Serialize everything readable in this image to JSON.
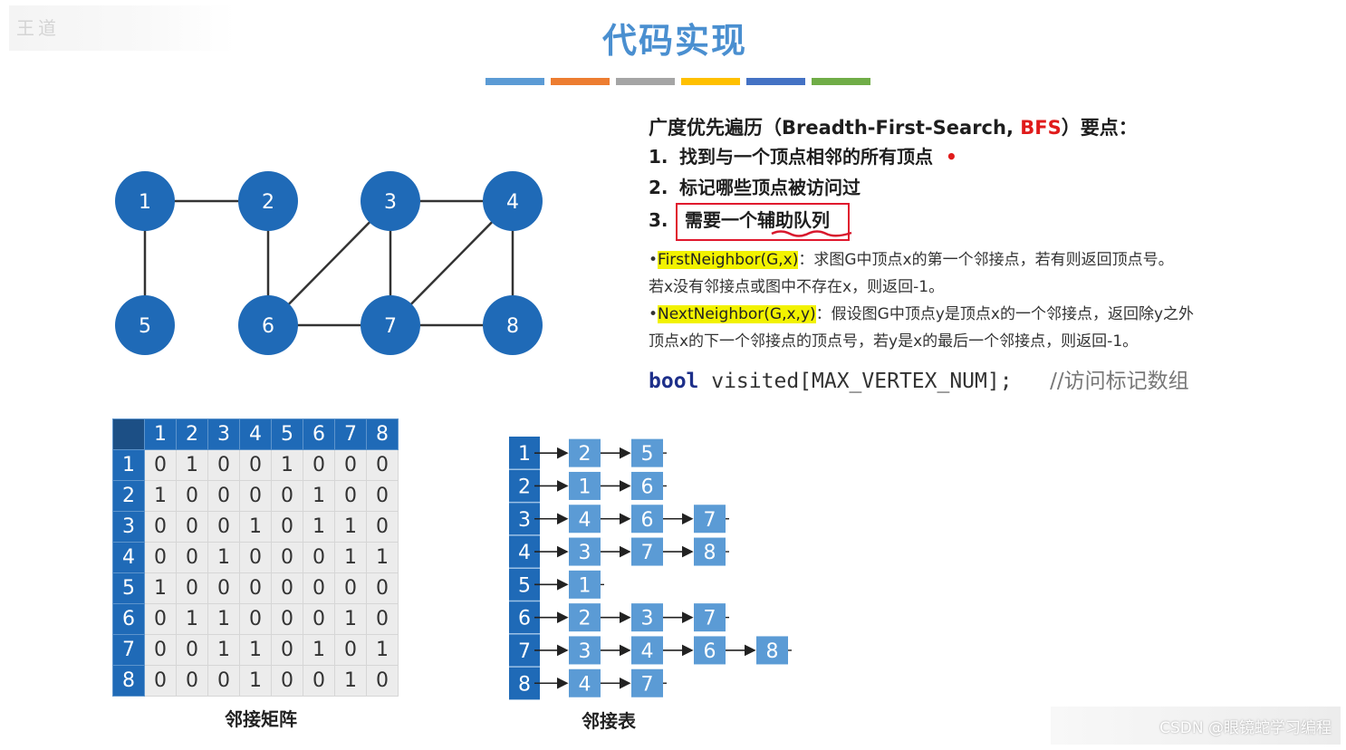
{
  "title": "代码实现",
  "corner_logo": "王道",
  "color_bar": [
    "#5b9bd5",
    "#ed7d31",
    "#a5a5a5",
    "#ffc000",
    "#4472c4",
    "#70ad47"
  ],
  "graph": {
    "node_color": "#1f6ab7",
    "nodes": [
      "1",
      "2",
      "3",
      "4",
      "5",
      "6",
      "7",
      "8"
    ],
    "edges": [
      [
        "1",
        "2"
      ],
      [
        "1",
        "5"
      ],
      [
        "2",
        "6"
      ],
      [
        "3",
        "4"
      ],
      [
        "3",
        "6"
      ],
      [
        "3",
        "7"
      ],
      [
        "4",
        "7"
      ],
      [
        "4",
        "8"
      ],
      [
        "6",
        "7"
      ],
      [
        "7",
        "8"
      ]
    ]
  },
  "notes": {
    "heading_pre": "广度优先遍历（Breadth-First-Search, ",
    "heading_bfs": "BFS",
    "heading_post": "）要点：",
    "p1_num": "1.",
    "p1": "找到与一个顶点相邻的所有顶点",
    "p1_dot": "•",
    "p2_num": "2.",
    "p2": "标记哪些顶点被访问过",
    "p3_num": "3.",
    "p3": "需要一个辅助队列",
    "fn1_name": "FirstNeighbor(G,x)",
    "fn1_desc": "：求图G中顶点x的第一个邻接点，若有则返回顶点号。",
    "fn1_desc2": "若x没有邻接点或图中不存在x，则返回-1。",
    "fn2_name": "NextNeighbor(G,x,y)",
    "fn2_desc": "：假设图G中顶点y是顶点x的一个邻接点，返回除y之外",
    "fn2_desc2": "顶点x的下一个邻接点的顶点号，若y是x的最后一个邻接点，则返回-1。",
    "bullet": "•",
    "code_kw": "bool",
    "code_rest": " visited[MAX_VERTEX_NUM];   ",
    "code_comment": "//访问标记数组"
  },
  "matrix": {
    "headers": [
      "1",
      "2",
      "3",
      "4",
      "5",
      "6",
      "7",
      "8"
    ],
    "rows": [
      [
        "0",
        "1",
        "0",
        "0",
        "1",
        "0",
        "0",
        "0"
      ],
      [
        "1",
        "0",
        "0",
        "0",
        "0",
        "1",
        "0",
        "0"
      ],
      [
        "0",
        "0",
        "0",
        "1",
        "0",
        "1",
        "1",
        "0"
      ],
      [
        "0",
        "0",
        "1",
        "0",
        "0",
        "0",
        "1",
        "1"
      ],
      [
        "1",
        "0",
        "0",
        "0",
        "0",
        "0",
        "0",
        "0"
      ],
      [
        "0",
        "1",
        "1",
        "0",
        "0",
        "0",
        "1",
        "0"
      ],
      [
        "0",
        "0",
        "1",
        "1",
        "0",
        "1",
        "0",
        "1"
      ],
      [
        "0",
        "0",
        "0",
        "1",
        "0",
        "0",
        "1",
        "0"
      ]
    ],
    "caption": "邻接矩阵"
  },
  "adjacency_list": {
    "vertices": [
      "1",
      "2",
      "3",
      "4",
      "5",
      "6",
      "7",
      "8"
    ],
    "lists": [
      [
        "2",
        "5"
      ],
      [
        "1",
        "6"
      ],
      [
        "4",
        "6",
        "7"
      ],
      [
        "3",
        "7",
        "8"
      ],
      [
        "1"
      ],
      [
        "2",
        "3",
        "7"
      ],
      [
        "3",
        "4",
        "6",
        "8"
      ],
      [
        "4",
        "7"
      ]
    ],
    "caption": "邻接表"
  },
  "watermark": "CSDN @眼镜蛇学习编程"
}
